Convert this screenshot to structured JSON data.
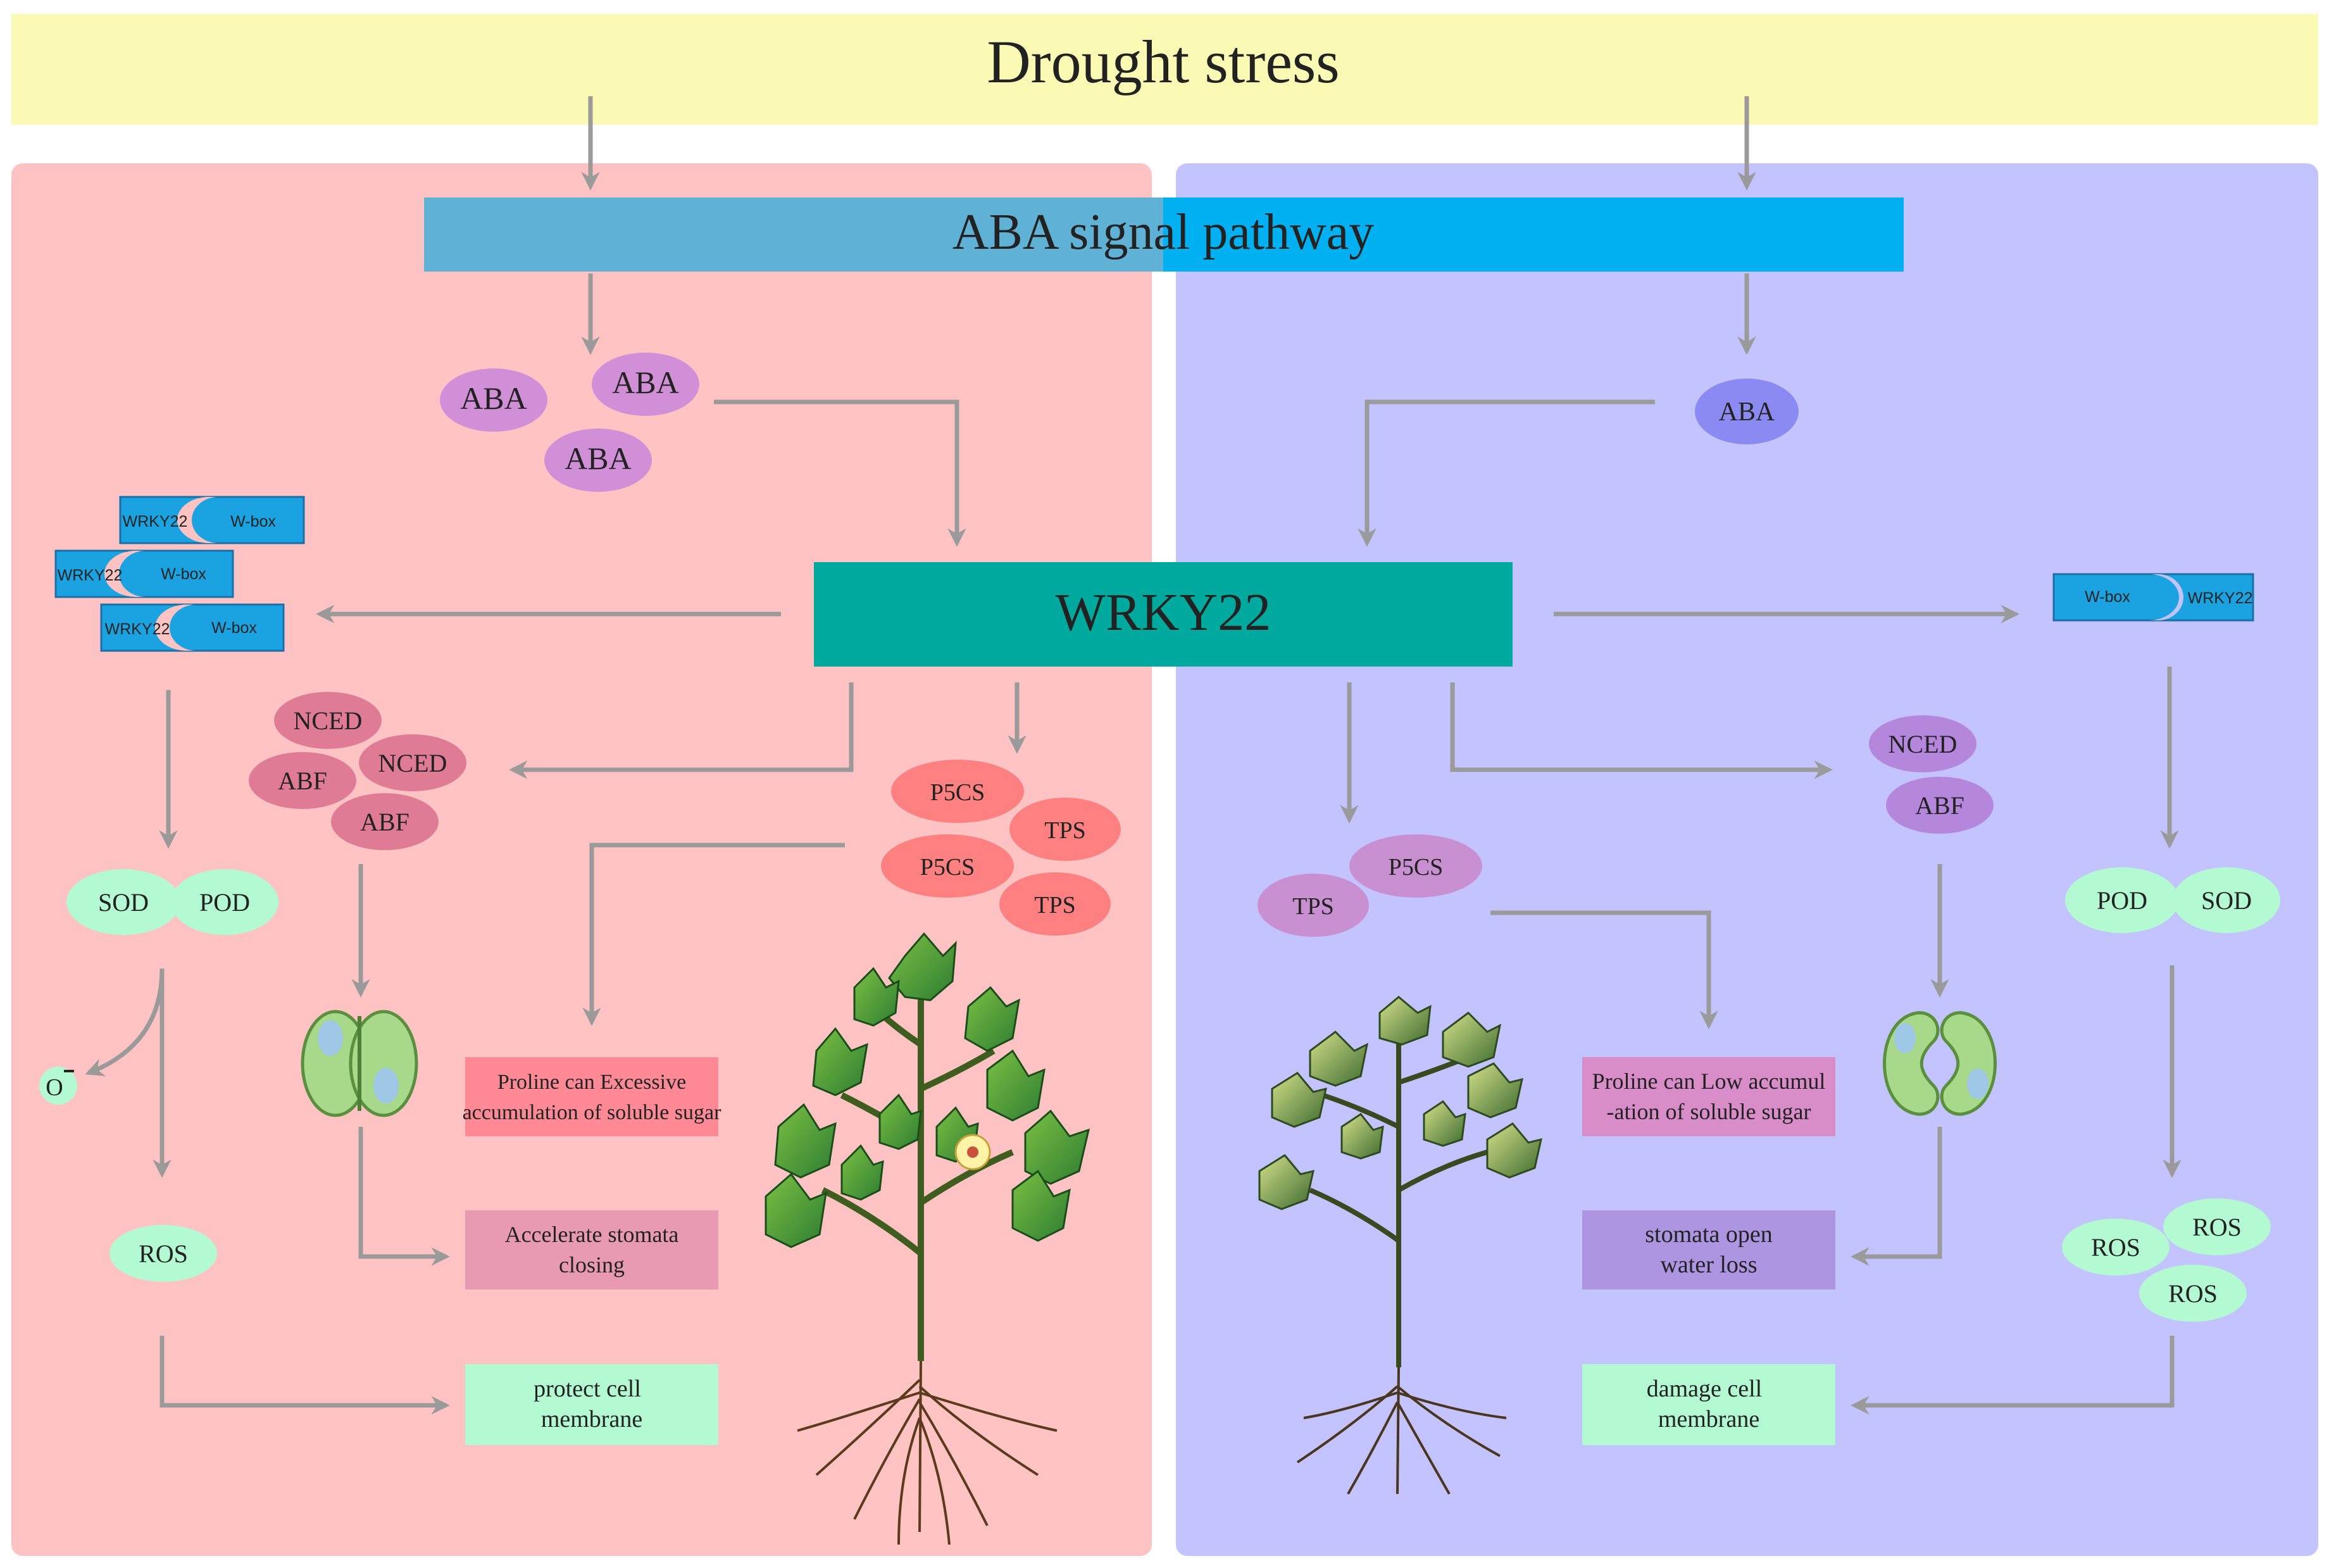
{
  "top_banner": {
    "title": "Drought stress",
    "color": "#fafab4"
  },
  "panels": {
    "left_color": "#ffc3c3",
    "right_color": "#c3c3ff"
  },
  "aba_bar": {
    "title": "ABA signal pathway",
    "color_left": "#5fb2d5",
    "color_right": "#00b0f0"
  },
  "wrky_center": {
    "title": "WRKY22",
    "color": "#00a99d"
  },
  "left": {
    "aba": [
      "ABA",
      "ABA",
      "ABA"
    ],
    "wrky_wbox": [
      {
        "wrky": "WRKY22",
        "wbox": "W-box"
      },
      {
        "wrky": "WRKY22",
        "wbox": "W-box"
      },
      {
        "wrky": "WRKY22",
        "wbox": "W-box"
      }
    ],
    "nced_abf": [
      "NCED",
      "NCED",
      "ABF",
      "ABF"
    ],
    "p5cs_tps": [
      "P5CS",
      "TPS",
      "P5CS",
      "TPS"
    ],
    "enzymes": [
      "SOD",
      "POD"
    ],
    "superoxide": "O",
    "ros": "ROS",
    "proline_box": {
      "line1": "Proline can Excessive",
      "line2": "accumulation of soluble sugar"
    },
    "stomata_box": {
      "line1": "Accelerate stomata",
      "line2": "closing"
    },
    "protect_box": {
      "line1": "protect cell",
      "line2": "membrane"
    }
  },
  "right": {
    "aba": "ABA",
    "wbox_wrky": {
      "wbox": "W-box",
      "wrky": "WRKY22"
    },
    "nced_abf": [
      "NCED",
      "ABF"
    ],
    "p5cs_tps": [
      "P5CS",
      "TPS"
    ],
    "enzymes": [
      "POD",
      "SOD"
    ],
    "ros": [
      "ROS",
      "ROS",
      "ROS"
    ],
    "proline_box": {
      "line1": "Proline can Low accumul",
      "line2": "-ation of soluble sugar"
    },
    "stomata_box": {
      "line1": "stomata open",
      "line2": "water loss"
    },
    "damage_box": {
      "line1": "damage cell",
      "line2": "membrane"
    }
  }
}
